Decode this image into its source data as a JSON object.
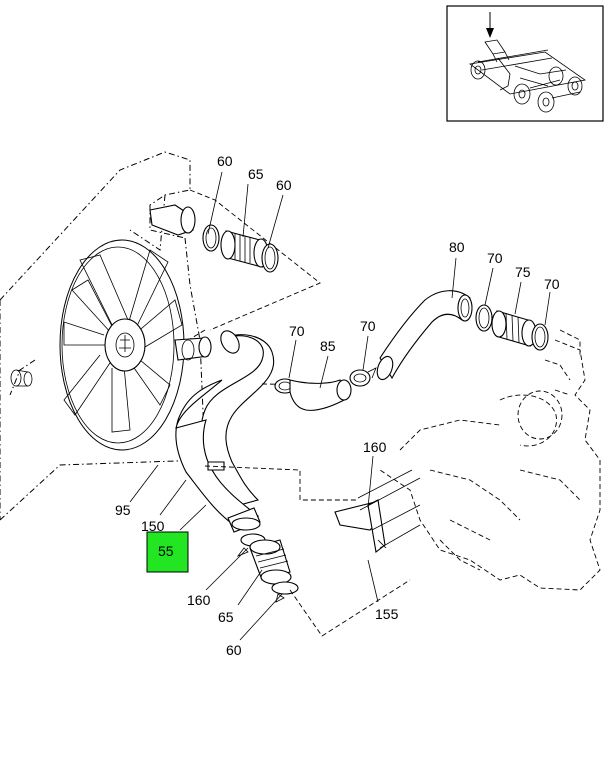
{
  "callouts": {
    "c60_top": "60",
    "c65_top": "65",
    "c60_top2": "60",
    "c80": "80",
    "c70_a": "70",
    "c75": "75",
    "c70_b": "70",
    "c70_c": "70",
    "c70_d": "70",
    "c85": "85",
    "c160_right": "160",
    "c95": "95",
    "c150": "150",
    "c55": "55",
    "c160_low": "160",
    "c65_low": "65",
    "c60_low": "60",
    "c155": "155"
  },
  "highlight": {
    "part": "55",
    "color": "#22e622"
  },
  "icons": {
    "locator": "truck-chassis-locator-icon",
    "arrow": "down-arrow-icon"
  }
}
